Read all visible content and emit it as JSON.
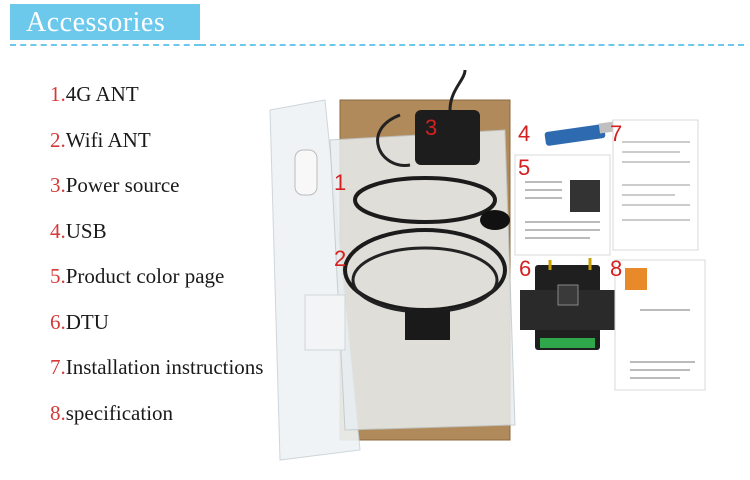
{
  "header": {
    "title": "Accessories"
  },
  "items": [
    {
      "num": "1.",
      "text": "4G ANT"
    },
    {
      "num": "2.",
      "text": "Wifi ANT"
    },
    {
      "num": "3.",
      "text": "Power source"
    },
    {
      "num": "4.",
      "text": "USB"
    },
    {
      "num": "5.",
      "text": "Product color page"
    },
    {
      "num": "6.",
      "text": "DTU"
    },
    {
      "num": "7.",
      "text": "Installation instructions"
    },
    {
      "num": "8.",
      "text": "specification"
    }
  ],
  "photo_labels": [
    "1",
    "2",
    "3",
    "4",
    "5",
    "6",
    "7",
    "8"
  ],
  "colors": {
    "accent": "#6cc9ec",
    "number_red": "#d43a3a"
  }
}
